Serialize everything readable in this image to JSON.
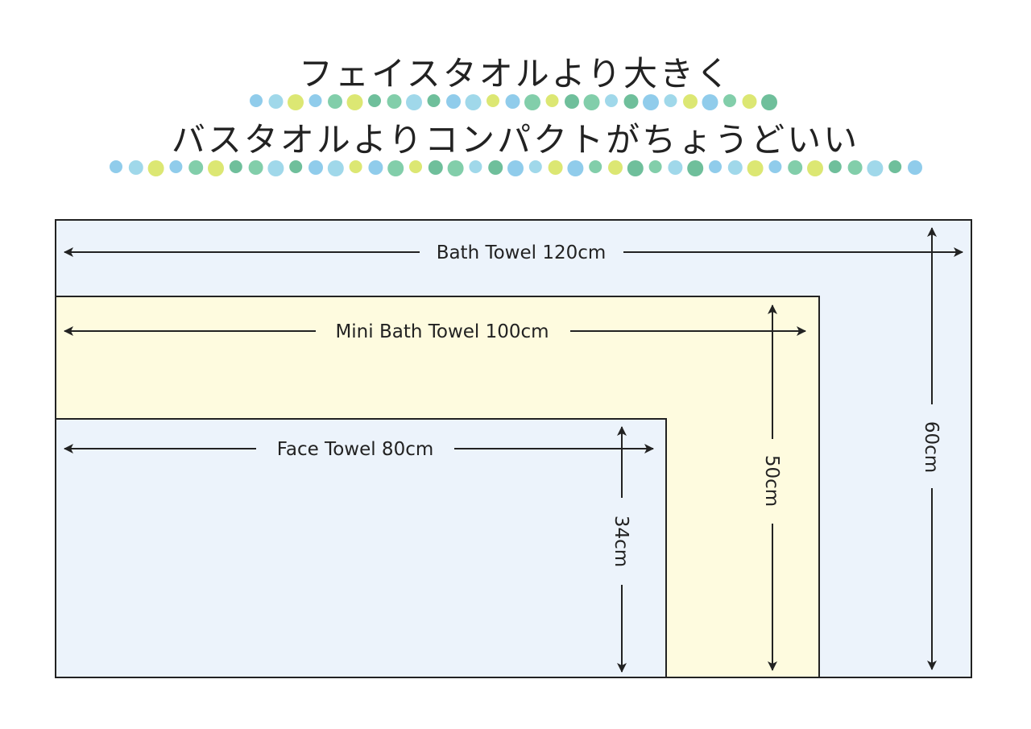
{
  "headline": {
    "line1": "フェイスタオルより大きく",
    "line2": "バスタオルよりコンパクトがちょうどいい"
  },
  "colors": {
    "bath_fill": "#ecf3fb",
    "mini_fill": "#fefbdf",
    "face_fill": "#ecf3fb",
    "outline": "#222222",
    "dot_colors": [
      "#7cc3e8",
      "#56b489",
      "#d6e35a",
      "#8fd1e6",
      "#6cc59b"
    ]
  },
  "towels": {
    "bath": {
      "label": "Bath Towel 120cm",
      "height_label": "60cm",
      "width_cm": 120,
      "height_cm": 60
    },
    "mini": {
      "label": "Mini Bath Towel 100cm",
      "height_label": "50cm",
      "width_cm": 100,
      "height_cm": 50
    },
    "face": {
      "label": "Face Towel 80cm",
      "height_label": "34cm",
      "width_cm": 80,
      "height_cm": 34
    }
  }
}
